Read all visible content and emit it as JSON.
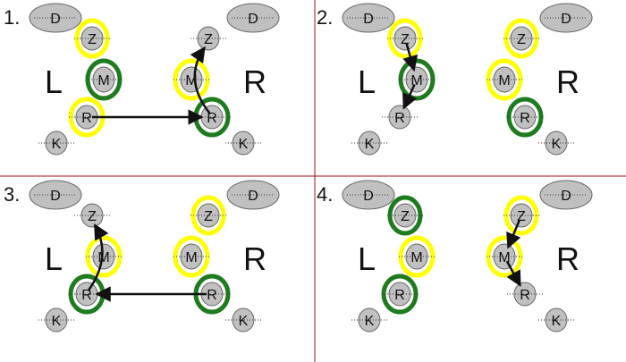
{
  "panels": [
    {
      "number": "1.",
      "side_left": "L",
      "side_right": "R",
      "nodes": {
        "left": {
          "D": "D",
          "Z": "Z",
          "M": "M",
          "R": "R",
          "K": "K"
        },
        "right": {
          "D": "D",
          "Z": "Z",
          "M": "M",
          "R": "R",
          "K": "K"
        }
      },
      "highlights": [
        {
          "side": "left",
          "node": "Z",
          "color": "yellow"
        },
        {
          "side": "left",
          "node": "M",
          "color": "green"
        },
        {
          "side": "left",
          "node": "R",
          "color": "yellow"
        },
        {
          "side": "right",
          "node": "M",
          "color": "yellow"
        },
        {
          "side": "right",
          "node": "R",
          "color": "green"
        }
      ],
      "arrows": [
        {
          "from": "left.R",
          "to": "right.R"
        },
        {
          "from": "right.R",
          "via": "right.M",
          "to": "right.Z"
        }
      ]
    },
    {
      "number": "2.",
      "side_left": "L",
      "side_right": "R",
      "nodes": {
        "left": {
          "D": "D",
          "Z": "Z",
          "M": "M",
          "R": "R",
          "K": "K"
        },
        "right": {
          "D": "D",
          "Z": "Z",
          "M": "M",
          "R": "R",
          "K": "K"
        }
      },
      "highlights": [
        {
          "side": "left",
          "node": "Z",
          "color": "yellow"
        },
        {
          "side": "left",
          "node": "M",
          "color": "green"
        },
        {
          "side": "right",
          "node": "Z",
          "color": "yellow"
        },
        {
          "side": "right",
          "node": "M",
          "color": "yellow"
        },
        {
          "side": "right",
          "node": "R",
          "color": "green"
        }
      ],
      "arrows": [
        {
          "from": "left.Z",
          "to": "left.M"
        },
        {
          "from": "left.M",
          "to": "left.R"
        }
      ]
    },
    {
      "number": "3.",
      "side_left": "L",
      "side_right": "R",
      "nodes": {
        "left": {
          "D": "D",
          "Z": "Z",
          "M": "M",
          "R": "R",
          "K": "K"
        },
        "right": {
          "D": "D",
          "Z": "Z",
          "M": "M",
          "R": "R",
          "K": "K"
        }
      },
      "highlights": [
        {
          "side": "left",
          "node": "M",
          "color": "yellow"
        },
        {
          "side": "left",
          "node": "R",
          "color": "green"
        },
        {
          "side": "right",
          "node": "Z",
          "color": "yellow"
        },
        {
          "side": "right",
          "node": "M",
          "color": "yellow"
        },
        {
          "side": "right",
          "node": "R",
          "color": "green"
        }
      ],
      "arrows": [
        {
          "from": "right.R",
          "to": "left.R"
        },
        {
          "from": "left.R",
          "via": "left.M",
          "to": "left.Z"
        }
      ]
    },
    {
      "number": "4.",
      "side_left": "L",
      "side_right": "R",
      "nodes": {
        "left": {
          "D": "D",
          "Z": "Z",
          "M": "M",
          "R": "R",
          "K": "K"
        },
        "right": {
          "D": "D",
          "Z": "Z",
          "M": "M",
          "R": "R",
          "K": "K"
        }
      },
      "highlights": [
        {
          "side": "left",
          "node": "Z",
          "color": "green"
        },
        {
          "side": "left",
          "node": "M",
          "color": "yellow"
        },
        {
          "side": "left",
          "node": "R",
          "color": "green"
        },
        {
          "side": "right",
          "node": "Z",
          "color": "yellow"
        },
        {
          "side": "right",
          "node": "M",
          "color": "yellow"
        }
      ],
      "arrows": [
        {
          "from": "right.Z",
          "to": "right.M"
        },
        {
          "from": "right.M",
          "to": "right.R"
        }
      ]
    }
  ],
  "colors": {
    "yellow": "#ffff00",
    "green": "#1e7b1e",
    "node_fill": "#c0c0c0",
    "node_stroke": "#666666",
    "divider": "#a01010",
    "arrow": "#111111"
  }
}
